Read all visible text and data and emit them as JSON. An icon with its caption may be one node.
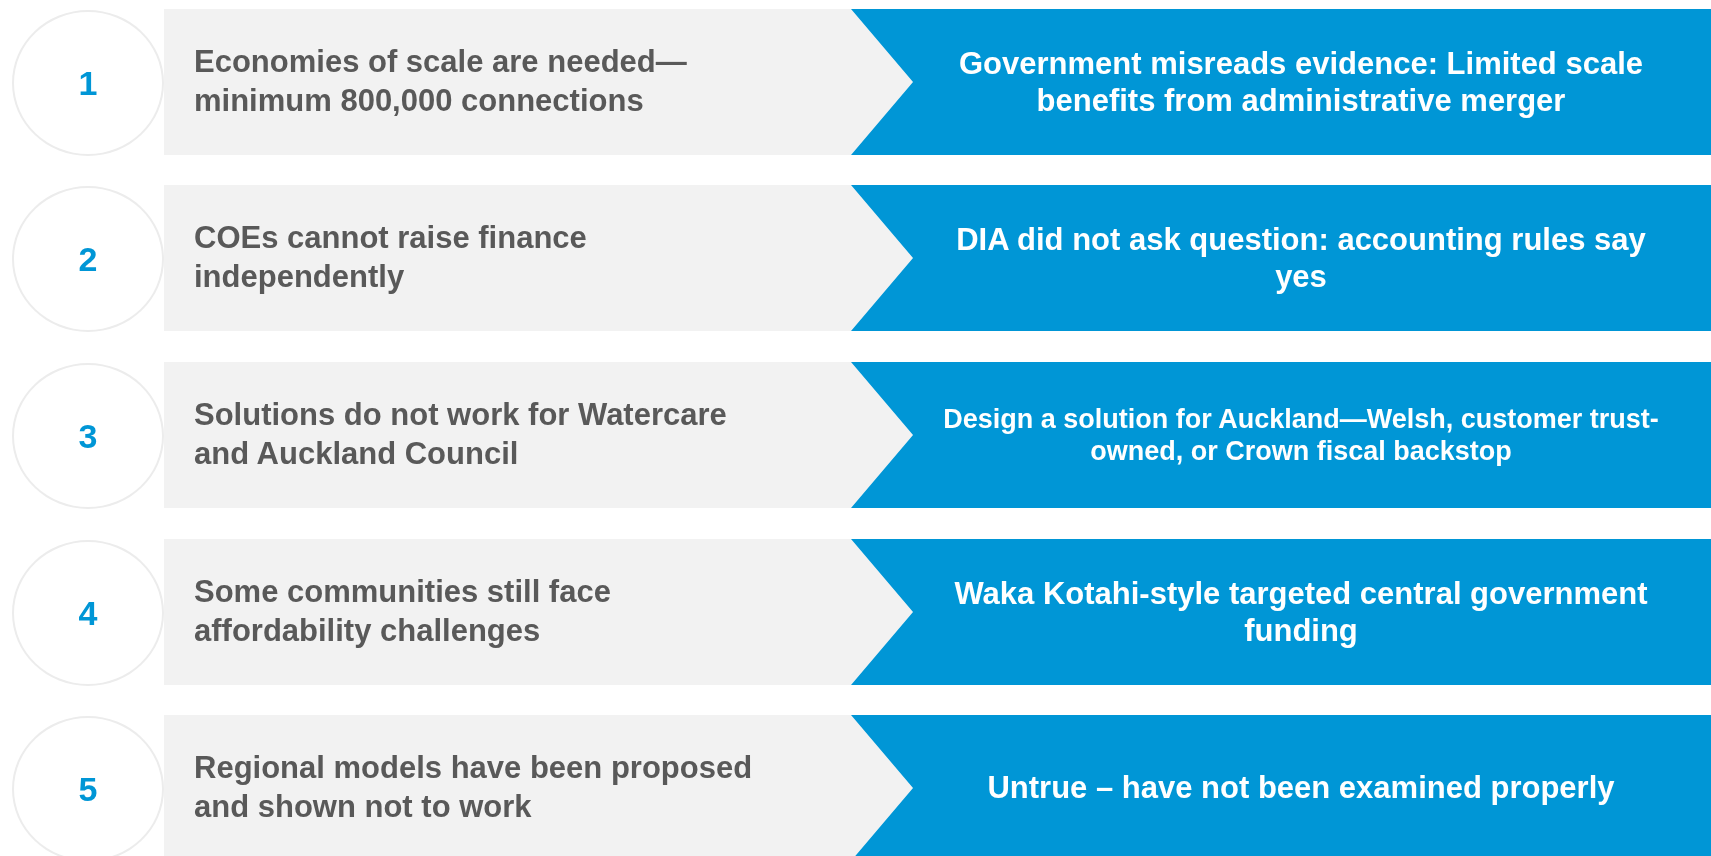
{
  "diagram": {
    "nodes": [
      {
        "text": [
          "1"
        ]
      },
      {
        "text": [
          "Economies of scale are needed—minimum 800,000 connections"
        ]
      },
      {
        "text": [
          "Government misreads evidence: Limited scale benefits from administrative merger"
        ]
      },
      {
        "text": [
          "2"
        ]
      },
      {
        "text": [
          "COEs cannot raise finance independently"
        ]
      },
      {
        "text": [
          "DIA did not ask question: accounting rules say yes"
        ]
      },
      {
        "text": [
          "3"
        ]
      },
      {
        "text": [
          "Solutions do not work for Watercare and Auckland Council"
        ]
      },
      {
        "text": [
          "Design a solution for Auckland—Welsh, customer trust-owned, or Crown fiscal backstop"
        ]
      },
      {
        "text": [
          "4"
        ]
      },
      {
        "text": [
          "Some communities still face affordability challenges"
        ]
      },
      {
        "text": [
          "Waka Kotahi-style targeted central government funding"
        ]
      },
      {
        "text": [
          "5"
        ]
      },
      {
        "text": [
          "Regional models have been proposed and shown not to work"
        ]
      },
      {
        "text": [
          "Untrue – have not been examined properly"
        ]
      }
    ]
  }
}
